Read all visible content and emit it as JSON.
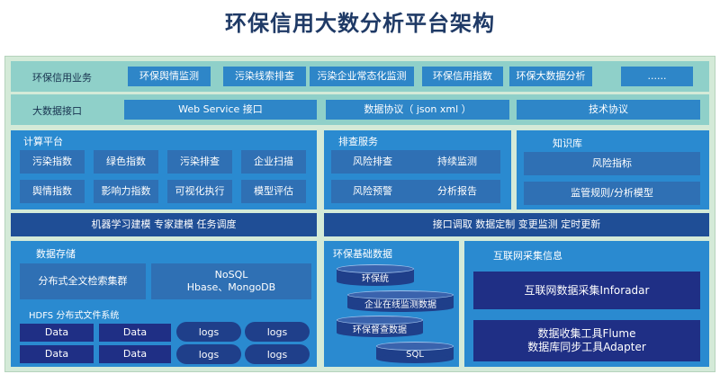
{
  "title": "环保信用大数分析平台架构",
  "business": {
    "label": "环保信用业务",
    "items": [
      "环保舆情监测",
      "污染线索排查",
      "污染企业常态化监测",
      "环保信用指数",
      "环保大数据分析",
      "......"
    ]
  },
  "interface": {
    "label": "大数据接口",
    "items": [
      "Web Service 接口",
      "数据协议（ json xml ）",
      "技术协议"
    ]
  },
  "compute": {
    "title": "计算平台",
    "items": [
      "污染指数",
      "绿色指数",
      "污染排查",
      "企业扫描",
      "舆情指数",
      "影响力指数",
      "可视化执行",
      "模型评估"
    ]
  },
  "screening": {
    "title": "排查服务",
    "items": [
      "风险排查",
      "持续监测",
      "风险预警",
      "分析报告"
    ]
  },
  "knowledge": {
    "title": "知识库",
    "items": [
      "风险指标",
      "监管规则/分析模型"
    ]
  },
  "bars": {
    "left": "机器学习建模 专家建模 任务调度",
    "right": "接口调取 数据定制 变更监测 定时更新"
  },
  "storage": {
    "title": "数据存储",
    "search_cluster": "分布式全文检索集群",
    "nosql_line1": "NoSQL",
    "nosql_line2": "Hbase、MongoDB",
    "hdfs": "HDFS 分布式文件系统",
    "data_cells": [
      "Data",
      "Data",
      "Data",
      "Data"
    ],
    "logs_cells": [
      "logs",
      "logs",
      "logs",
      "logs"
    ]
  },
  "env": {
    "title": "环保基础数据",
    "items": [
      "环保统",
      "企业在线监测数据",
      "环保督查数据",
      "SQL"
    ]
  },
  "internet": {
    "title": "互联网采集信息",
    "box1": "互联网数据采集Inforadar",
    "box2_line1": "数据收集工具Flume",
    "box2_line2": "数据库同步工具Adapter"
  }
}
